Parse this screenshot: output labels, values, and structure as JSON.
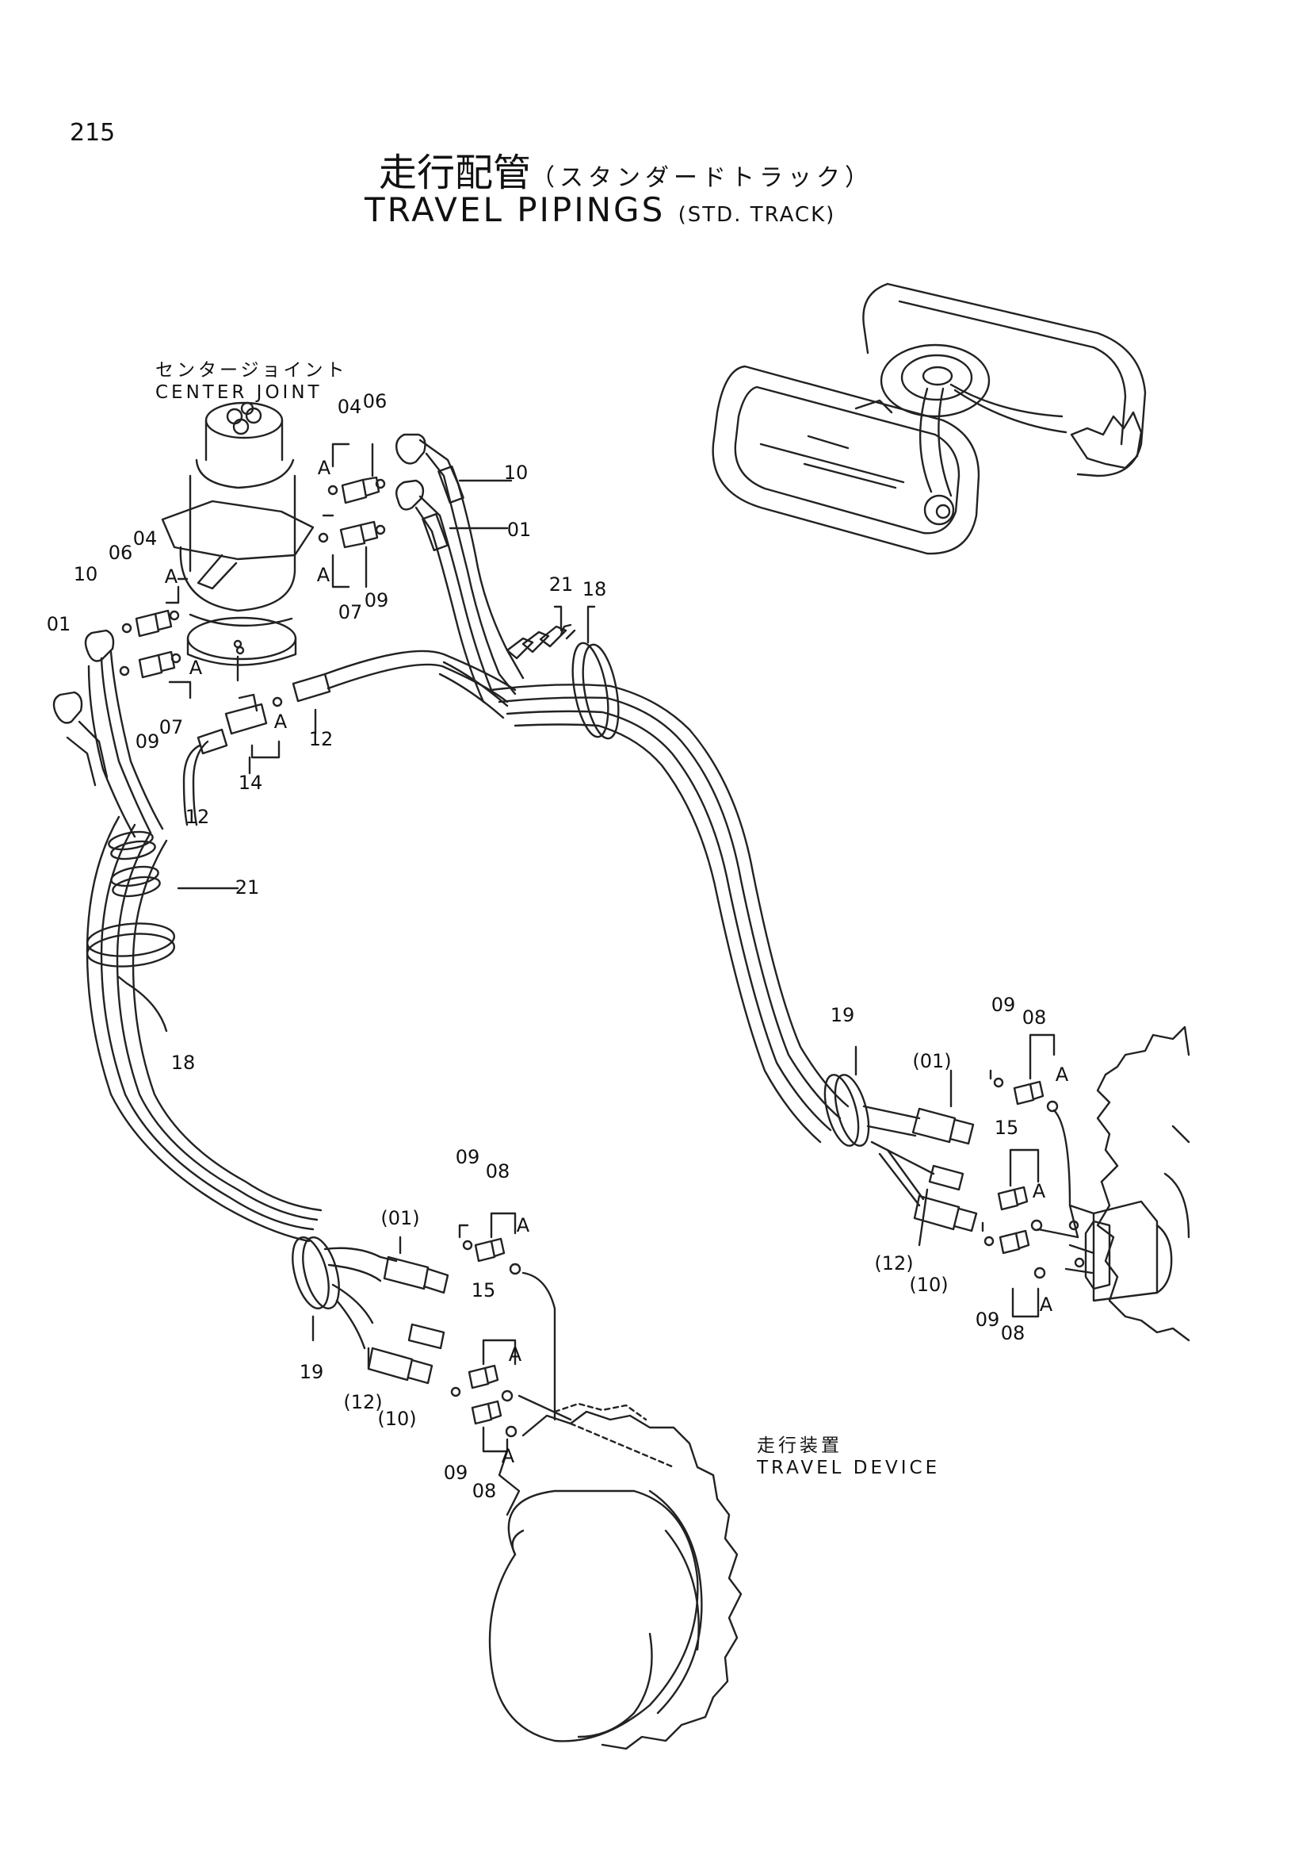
{
  "page_number": "215",
  "title_jp": "走行配管",
  "title_jp_sub": "（スタンダードトラック）",
  "title_en": "TRAVEL PIPINGS",
  "title_en_sub": "(STD. TRACK)",
  "captions": {
    "center_joint_jp": "センタージョイント",
    "center_joint_en": "CENTER JOINT",
    "travel_device_jp": "走行装置",
    "travel_device_en": "TRAVEL DEVICE"
  },
  "callouts": {
    "c01a": "04",
    "c01b": "06",
    "c01c": "A",
    "c01d": "10",
    "c01e": "01",
    "c01f": "A",
    "c01g": "07",
    "c01h": "09",
    "c02a": "06",
    "c02b": "04",
    "c02c": "A",
    "c02d": "10",
    "c02e": "01",
    "c02f": "A",
    "c02g": "09",
    "c02h": "07",
    "c03a": "21",
    "c03b": "18",
    "c03c": "12",
    "c03d": "14",
    "c03e": "12",
    "c03f": "A",
    "c03g": "21",
    "c03h": "18",
    "c04a": "19",
    "c04b": "09",
    "c04c": "08",
    "c04d": "(01)",
    "c04e": "A",
    "c04f": "15",
    "c04g": "A",
    "c04h": "(12)",
    "c04i": "(10)",
    "c04j": "09",
    "c04k": "08",
    "c04l": "A",
    "c05a": "09",
    "c05b": "08",
    "c05c": "(01)",
    "c05d": "A",
    "c05e": "15",
    "c05f": "A",
    "c05g": "19",
    "c05h": "(12)",
    "c05i": "(10)",
    "c05j": "09",
    "c05k": "08",
    "c05l": "A"
  }
}
